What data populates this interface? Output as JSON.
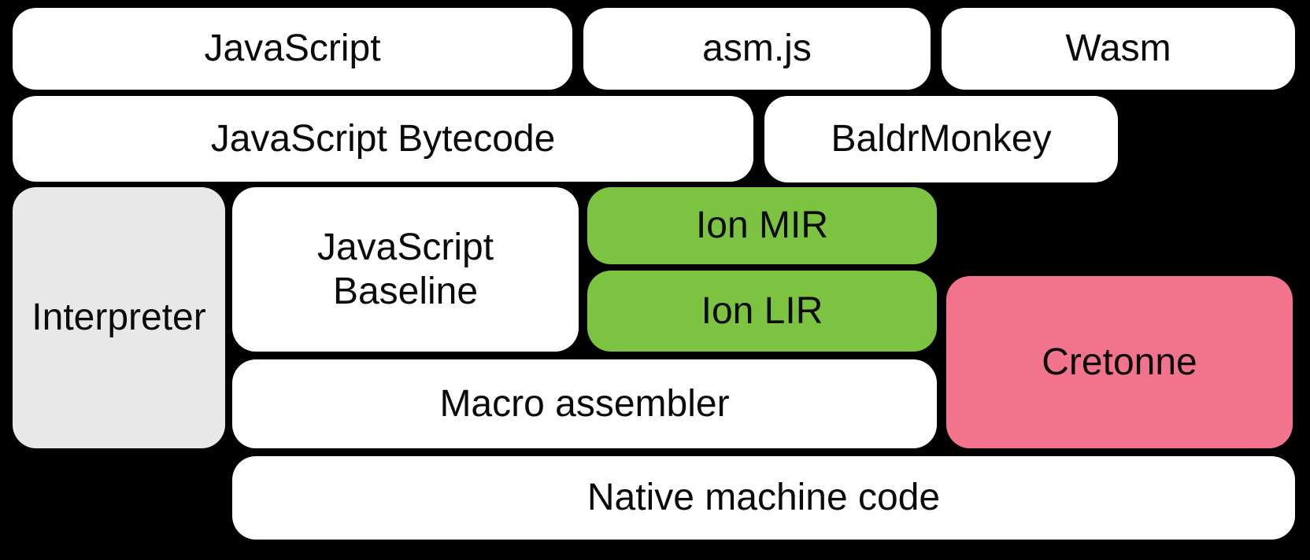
{
  "background": "#000000",
  "text_color": "#0a0a0a",
  "palette": {
    "box_white": "#ffffff",
    "box_gray": "#e8e8e8",
    "box_green": "#7cc342",
    "box_pink": "#f1738c",
    "canvas_black": "#000000"
  },
  "boxes": {
    "javascript": {
      "label": "JavaScript",
      "fill": "#ffffff"
    },
    "asm_js": {
      "label": "asm.js",
      "fill": "#ffffff"
    },
    "wasm": {
      "label": "Wasm",
      "fill": "#ffffff"
    },
    "javascript_bytecode": {
      "label": "JavaScript Bytecode",
      "fill": "#ffffff"
    },
    "baldrmonkey": {
      "label": "BaldrMonkey",
      "fill": "#ffffff"
    },
    "interpreter": {
      "label": "Interpreter",
      "fill": "#e8e8e8"
    },
    "javascript_baseline": {
      "label": "JavaScript\nBaseline",
      "fill": "#ffffff"
    },
    "ion_mir": {
      "label": "Ion MIR",
      "fill": "#7cc342"
    },
    "ion_lir": {
      "label": "Ion LIR",
      "fill": "#7cc342"
    },
    "cretonne": {
      "label": "Cretonne",
      "fill": "#f1738c"
    },
    "macro_assembler": {
      "label": "Macro assembler",
      "fill": "#ffffff"
    },
    "native_machine_code": {
      "label": "Native machine code",
      "fill": "#ffffff"
    }
  }
}
